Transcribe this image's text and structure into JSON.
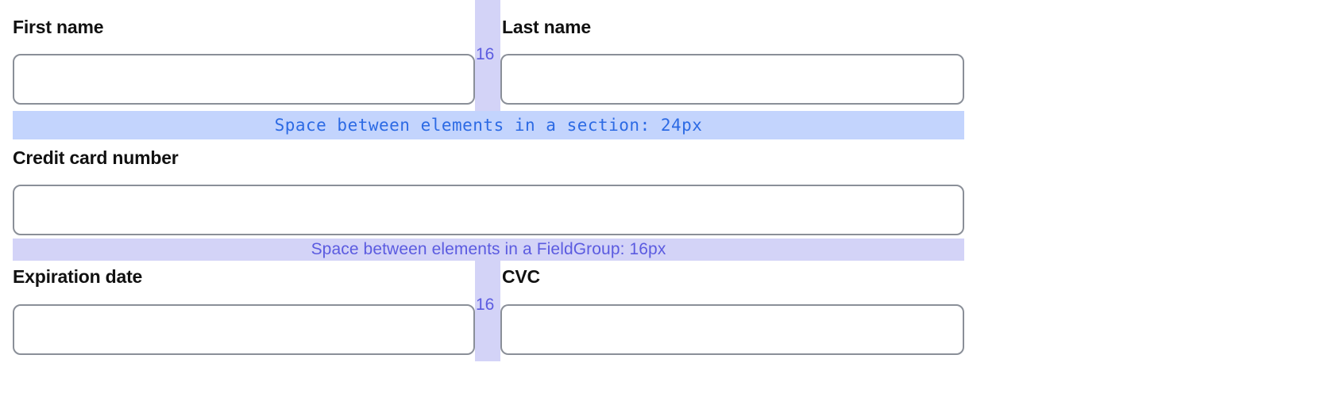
{
  "form": {
    "fields": [
      {
        "id": "first-name",
        "label": "First name",
        "value": "",
        "placeholder": ""
      },
      {
        "id": "last-name",
        "label": "Last name",
        "value": "",
        "placeholder": ""
      },
      {
        "id": "credit-card-number",
        "label": "Credit card number",
        "value": "",
        "placeholder": ""
      },
      {
        "id": "expiration-date",
        "label": "Expiration date",
        "value": "",
        "placeholder": ""
      },
      {
        "id": "cvc",
        "label": "CVC",
        "value": "",
        "placeholder": ""
      }
    ]
  },
  "annotations": {
    "column_gap_top": "16",
    "column_gap_bottom": "16",
    "section_gap": "Space between elements in a section: 24px",
    "fieldgroup_gap": "Space between elements in a FieldGroup: 16px"
  },
  "colors": {
    "section_band_bg": "#c3d4fd",
    "section_band_text": "#2c6ae4",
    "fieldgroup_band_bg": "#d3d3f7",
    "fieldgroup_band_text": "#5b5be0",
    "column_gap_bg": "#d3d3f7",
    "input_border": "#8a8f98",
    "label_text": "#111111",
    "page_bg": "#ffffff"
  }
}
